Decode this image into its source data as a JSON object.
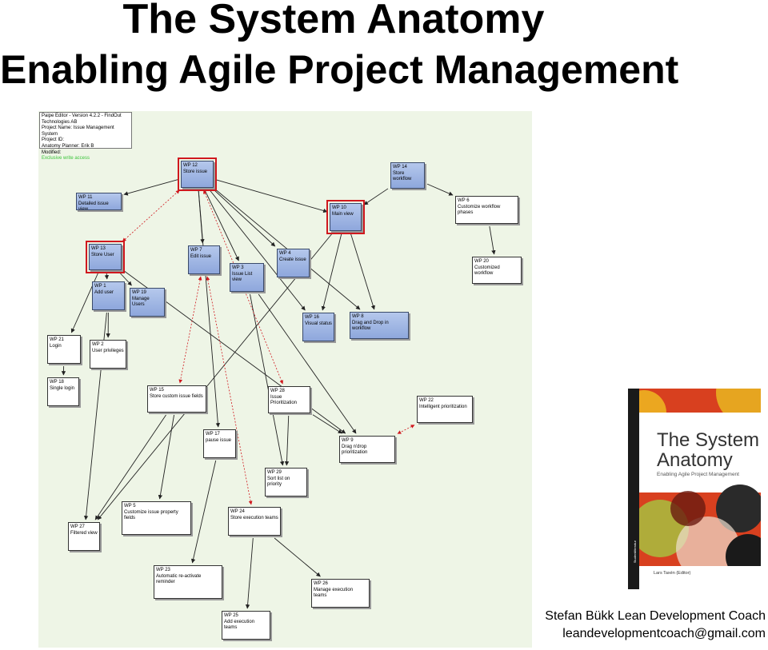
{
  "header": {
    "title_line1": "The System Anatomy",
    "title_line2": "Enabling Agile Project Management"
  },
  "diagram": {
    "info": {
      "editor": "Paipe Editor - Version 4.2.2 - FindOut Technologies AB",
      "project_name": "Project Name: Issue Management System",
      "project_id": "Project ID:",
      "planner": "Anatomy Planner: Erik B",
      "modified": "Modified:",
      "access": "Exclusive write access"
    },
    "nodes": [
      {
        "id": "wp12",
        "label": "WP 12",
        "text": "Store issue",
        "status": "done",
        "highlight": true
      },
      {
        "id": "wp14",
        "label": "WP 14",
        "text": "Store workflow",
        "status": "done",
        "highlight": false
      },
      {
        "id": "wp11",
        "label": "WP 11",
        "text": "Detailed issue view",
        "status": "done",
        "highlight": false
      },
      {
        "id": "wp10",
        "label": "WP 10",
        "text": "Main view",
        "status": "done",
        "highlight": true
      },
      {
        "id": "wp6",
        "label": "WP 6",
        "text": "Customize workflow phases",
        "status": "todo",
        "highlight": false
      },
      {
        "id": "wp13",
        "label": "WP 13",
        "text": "Store User",
        "status": "done",
        "highlight": true
      },
      {
        "id": "wp7",
        "label": "WP 7",
        "text": "Edit issue",
        "status": "done",
        "highlight": false
      },
      {
        "id": "wp4",
        "label": "WP 4",
        "text": "Create issue",
        "status": "done",
        "highlight": false
      },
      {
        "id": "wp3",
        "label": "WP 3",
        "text": "Issue List view",
        "status": "done",
        "highlight": false
      },
      {
        "id": "wp20",
        "label": "WP 20",
        "text": "Customized workflow",
        "status": "todo",
        "highlight": false
      },
      {
        "id": "wp1",
        "label": "WP 1",
        "text": "Add user",
        "status": "done",
        "highlight": false
      },
      {
        "id": "wp19",
        "label": "WP 19",
        "text": "Manage Users",
        "status": "done",
        "highlight": false
      },
      {
        "id": "wp16",
        "label": "WP 16",
        "text": "Visual status",
        "status": "done",
        "highlight": false
      },
      {
        "id": "wp8",
        "label": "WP 8",
        "text": "Drag and Drop in workflow",
        "status": "done",
        "highlight": false
      },
      {
        "id": "wp21",
        "label": "WP 21",
        "text": "Login",
        "status": "todo",
        "highlight": false
      },
      {
        "id": "wp2",
        "label": "WP 2",
        "text": "User privileges",
        "status": "todo",
        "highlight": false
      },
      {
        "id": "wp18",
        "label": "WP 18",
        "text": "Single login",
        "status": "todo",
        "highlight": false
      },
      {
        "id": "wp15",
        "label": "WP 15",
        "text": "Store custom issue fields",
        "status": "todo",
        "highlight": false
      },
      {
        "id": "wp28",
        "label": "WP 28",
        "text": "Issue Prioritization",
        "status": "todo",
        "highlight": false
      },
      {
        "id": "wp22",
        "label": "WP 22",
        "text": "Intelligent prioritization",
        "status": "todo",
        "highlight": false
      },
      {
        "id": "wp9",
        "label": "WP 9",
        "text": "Drag n'drop prioritization",
        "status": "todo",
        "highlight": false
      },
      {
        "id": "wp17",
        "label": "WP 17",
        "text": "pause issue",
        "status": "todo",
        "highlight": false
      },
      {
        "id": "wp29",
        "label": "WP 29",
        "text": "Sort list on priority",
        "status": "todo",
        "highlight": false
      },
      {
        "id": "wp5",
        "label": "WP 5",
        "text": "Customize issue property fields",
        "status": "todo",
        "highlight": false
      },
      {
        "id": "wp24",
        "label": "WP 24",
        "text": "Store execution teams",
        "status": "todo",
        "highlight": false
      },
      {
        "id": "wp27",
        "label": "WP 27",
        "text": "Filtered view",
        "status": "todo",
        "highlight": false
      },
      {
        "id": "wp23",
        "label": "WP 23",
        "text": "Automatic re-activate reminder",
        "status": "todo",
        "highlight": false
      },
      {
        "id": "wp26",
        "label": "WP 26",
        "text": "Manage execution teams",
        "status": "todo",
        "highlight": false
      },
      {
        "id": "wp25",
        "label": "WP 25",
        "text": "Add execution teams",
        "status": "todo",
        "highlight": false
      }
    ],
    "edges": [
      {
        "from": "wp12",
        "to": "wp11"
      },
      {
        "from": "wp12",
        "to": "wp10"
      },
      {
        "from": "wp12",
        "to": "wp7"
      },
      {
        "from": "wp12",
        "to": "wp4"
      },
      {
        "from": "wp12",
        "to": "wp3"
      },
      {
        "from": "wp12",
        "to": "wp16"
      },
      {
        "from": "wp12",
        "to": "wp8"
      },
      {
        "from": "wp12",
        "to": "wp17"
      },
      {
        "from": "wp14",
        "to": "wp10"
      },
      {
        "from": "wp14",
        "to": "wp6"
      },
      {
        "from": "wp6",
        "to": "wp20"
      },
      {
        "from": "wp10",
        "to": "wp16"
      },
      {
        "from": "wp10",
        "to": "wp8"
      },
      {
        "from": "wp10",
        "to": "wp27"
      },
      {
        "from": "wp13",
        "to": "wp1"
      },
      {
        "from": "wp13",
        "to": "wp19"
      },
      {
        "from": "wp13",
        "to": "wp21"
      },
      {
        "from": "wp13",
        "to": "wp9"
      },
      {
        "from": "wp1",
        "to": "wp2"
      },
      {
        "from": "wp1",
        "to": "wp27"
      },
      {
        "from": "wp21",
        "to": "wp18"
      },
      {
        "from": "wp3",
        "to": "wp29"
      },
      {
        "from": "wp3",
        "to": "wp9"
      },
      {
        "from": "wp28",
        "to": "wp29"
      },
      {
        "from": "wp28",
        "to": "wp9"
      },
      {
        "from": "wp15",
        "to": "wp5"
      },
      {
        "from": "wp15",
        "to": "wp27"
      },
      {
        "from": "wp17",
        "to": "wp23"
      },
      {
        "from": "wp24",
        "to": "wp25"
      },
      {
        "from": "wp24",
        "to": "wp26"
      }
    ],
    "red_links": [
      {
        "from": "wp13",
        "to": "wp12"
      },
      {
        "from": "wp7",
        "to": "wp15"
      },
      {
        "from": "wp12",
        "to": "wp28"
      },
      {
        "from": "wp7",
        "to": "wp24"
      },
      {
        "from": "wp22",
        "to": "wp9"
      }
    ]
  },
  "book": {
    "title": "The System Anatomy",
    "subtitle": "Enabling Agile Project Management",
    "editor": "Lars Taxén (Editor)",
    "publisher": "Studentlitteratur"
  },
  "footer": {
    "line1": "Stefan Bükk Lean Development Coach",
    "line2": "leandevelopmentcoach@gmail.com"
  },
  "colors": {
    "done_fill": "#9fb6e4",
    "todo_fill": "#ffffff",
    "highlight": "#d0181e",
    "canvas": "#eef5e6",
    "dependency": "#222222",
    "red_link": "#d0181e"
  }
}
